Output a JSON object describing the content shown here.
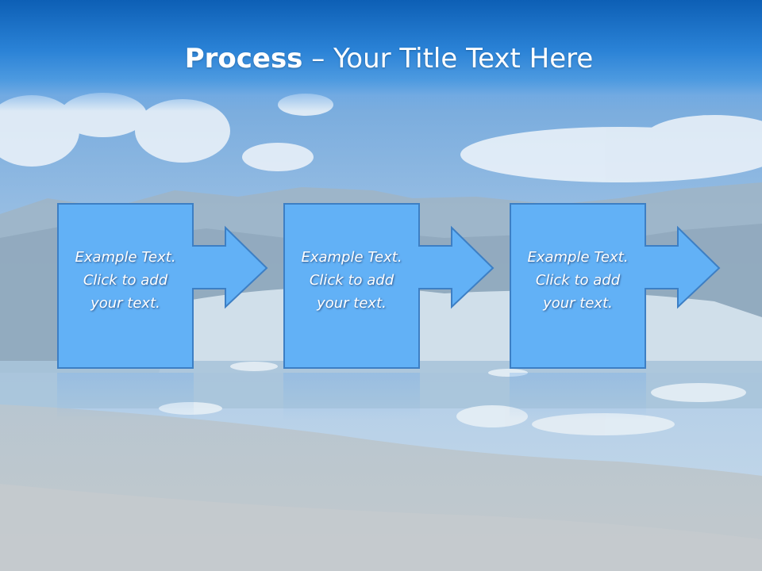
{
  "title": {
    "bold": "Process",
    "rest": " – Your Title Text Here"
  },
  "steps": [
    {
      "lines": [
        "Example Text.",
        "Click  to add",
        "your text."
      ]
    },
    {
      "lines": [
        "Example Text.",
        "Click  to add",
        "your text."
      ]
    },
    {
      "lines": [
        "Example Text.",
        "Click  to add",
        "your text."
      ]
    }
  ],
  "colors": {
    "box_fill": "#62b1f6",
    "box_border": "#3d7fc4",
    "title_band": "#2a82d6"
  }
}
